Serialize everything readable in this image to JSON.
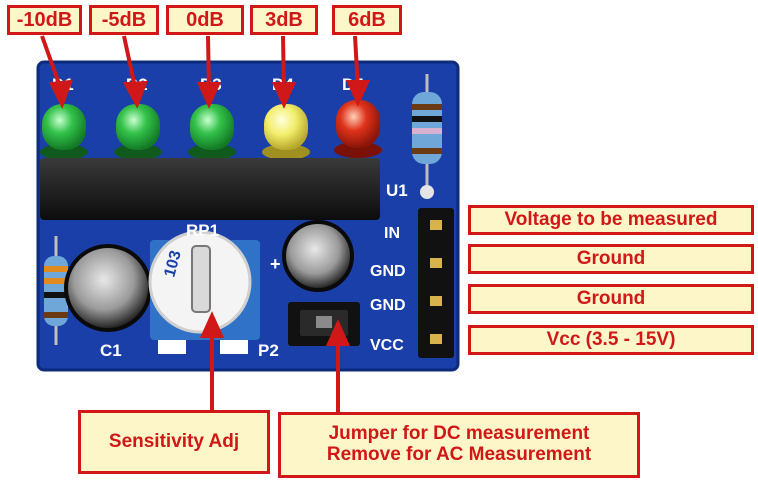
{
  "db_labels": {
    "minus10": "-10dB",
    "minus5": "-5dB",
    "zero": "0dB",
    "plus3": "3dB",
    "plus6": "6dB"
  },
  "pin_labels": {
    "in": "Voltage to be measured",
    "gnd1": "Ground",
    "gnd2": "Ground",
    "vcc": "Vcc (3.5 - 15V)"
  },
  "bottom_labels": {
    "sensitivity": "Sensitivity Adj",
    "jumper_line1": "Jumper for DC measurement",
    "jumper_line2": "Remove for AC Measurement"
  },
  "silkscreen": {
    "d1": "D1",
    "d2": "D2",
    "d3": "D3",
    "d4": "D4",
    "d5": "D5",
    "u1": "U1",
    "rp1": "RP1",
    "c1": "C1",
    "p2": "P2",
    "plus": "+",
    "in": "IN",
    "gnd1": "GND",
    "gnd2": "GND",
    "vcc": "VCC",
    "pot_marking": "103"
  },
  "colors": {
    "board": "#1a3fa8",
    "label_border": "#d01818",
    "label_fill": "#fdf6c8",
    "led_green": "#33c24a",
    "led_yellow": "#f2ee6a",
    "led_red": "#e0321a"
  }
}
